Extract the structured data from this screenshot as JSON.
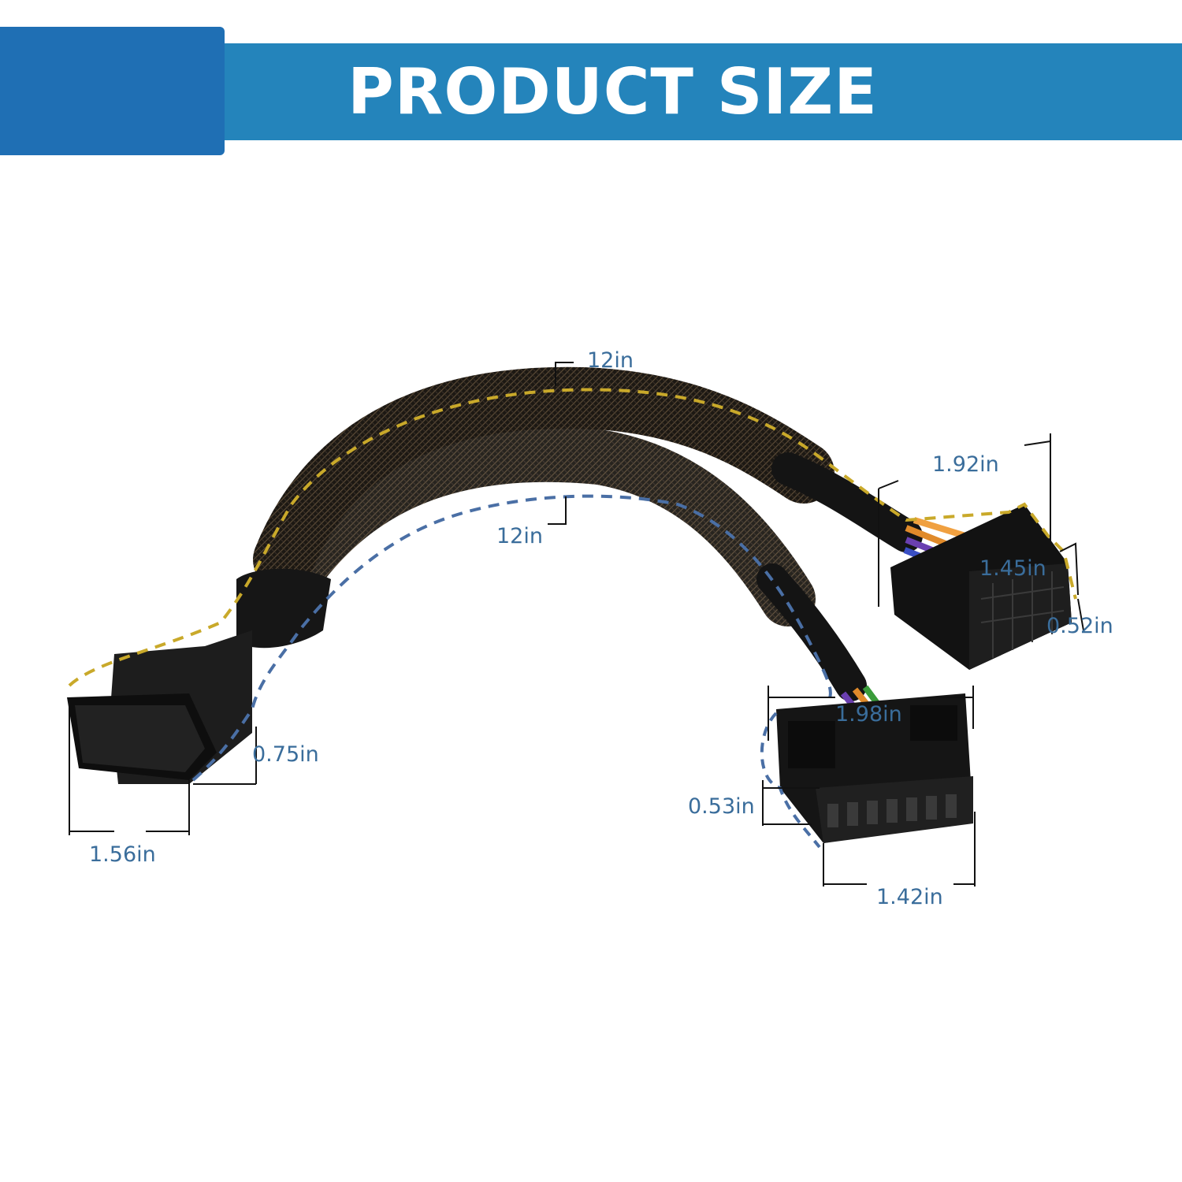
{
  "banner": {
    "title": "PRODUCT SIZE"
  },
  "dimensions": {
    "upper_cable_length": "12in",
    "lower_cable_length": "12in",
    "male_width": "1.56in",
    "male_height": "0.75in",
    "upper_female_length": "1.92in",
    "upper_female_width": "1.45in",
    "upper_female_height": "0.52in",
    "lower_female_length": "1.98in",
    "lower_female_width": "1.42in",
    "lower_female_height": "0.53in"
  },
  "colors": {
    "banner_primary": "#2484bb",
    "banner_tab": "#1f6fb4",
    "yellow_outline": "#c9a92a",
    "blue_outline": "#4a6fa5",
    "label_text": "#3a6d9b"
  }
}
